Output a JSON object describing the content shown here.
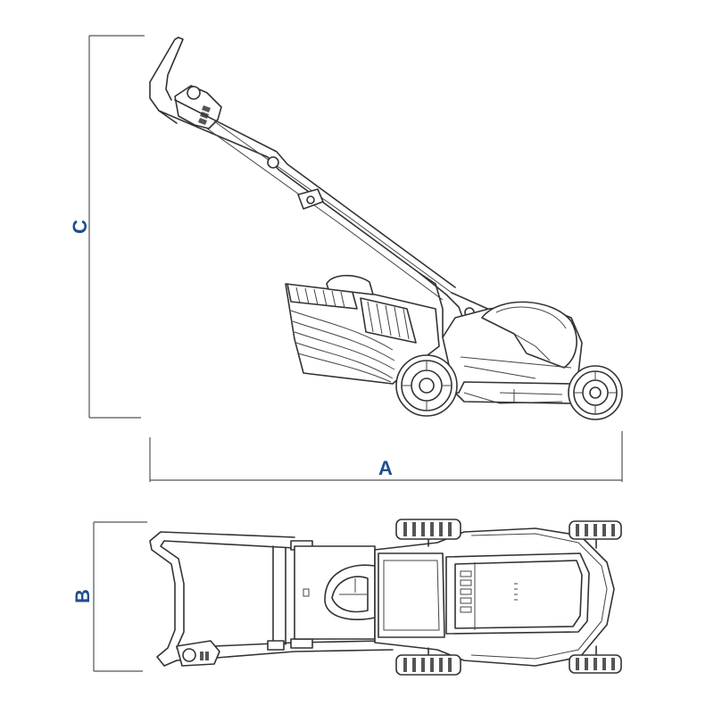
{
  "dimensions": {
    "a": "A",
    "b": "B",
    "c": "C"
  },
  "colors": {
    "label": "#1f4e8c",
    "line": "#333333"
  }
}
